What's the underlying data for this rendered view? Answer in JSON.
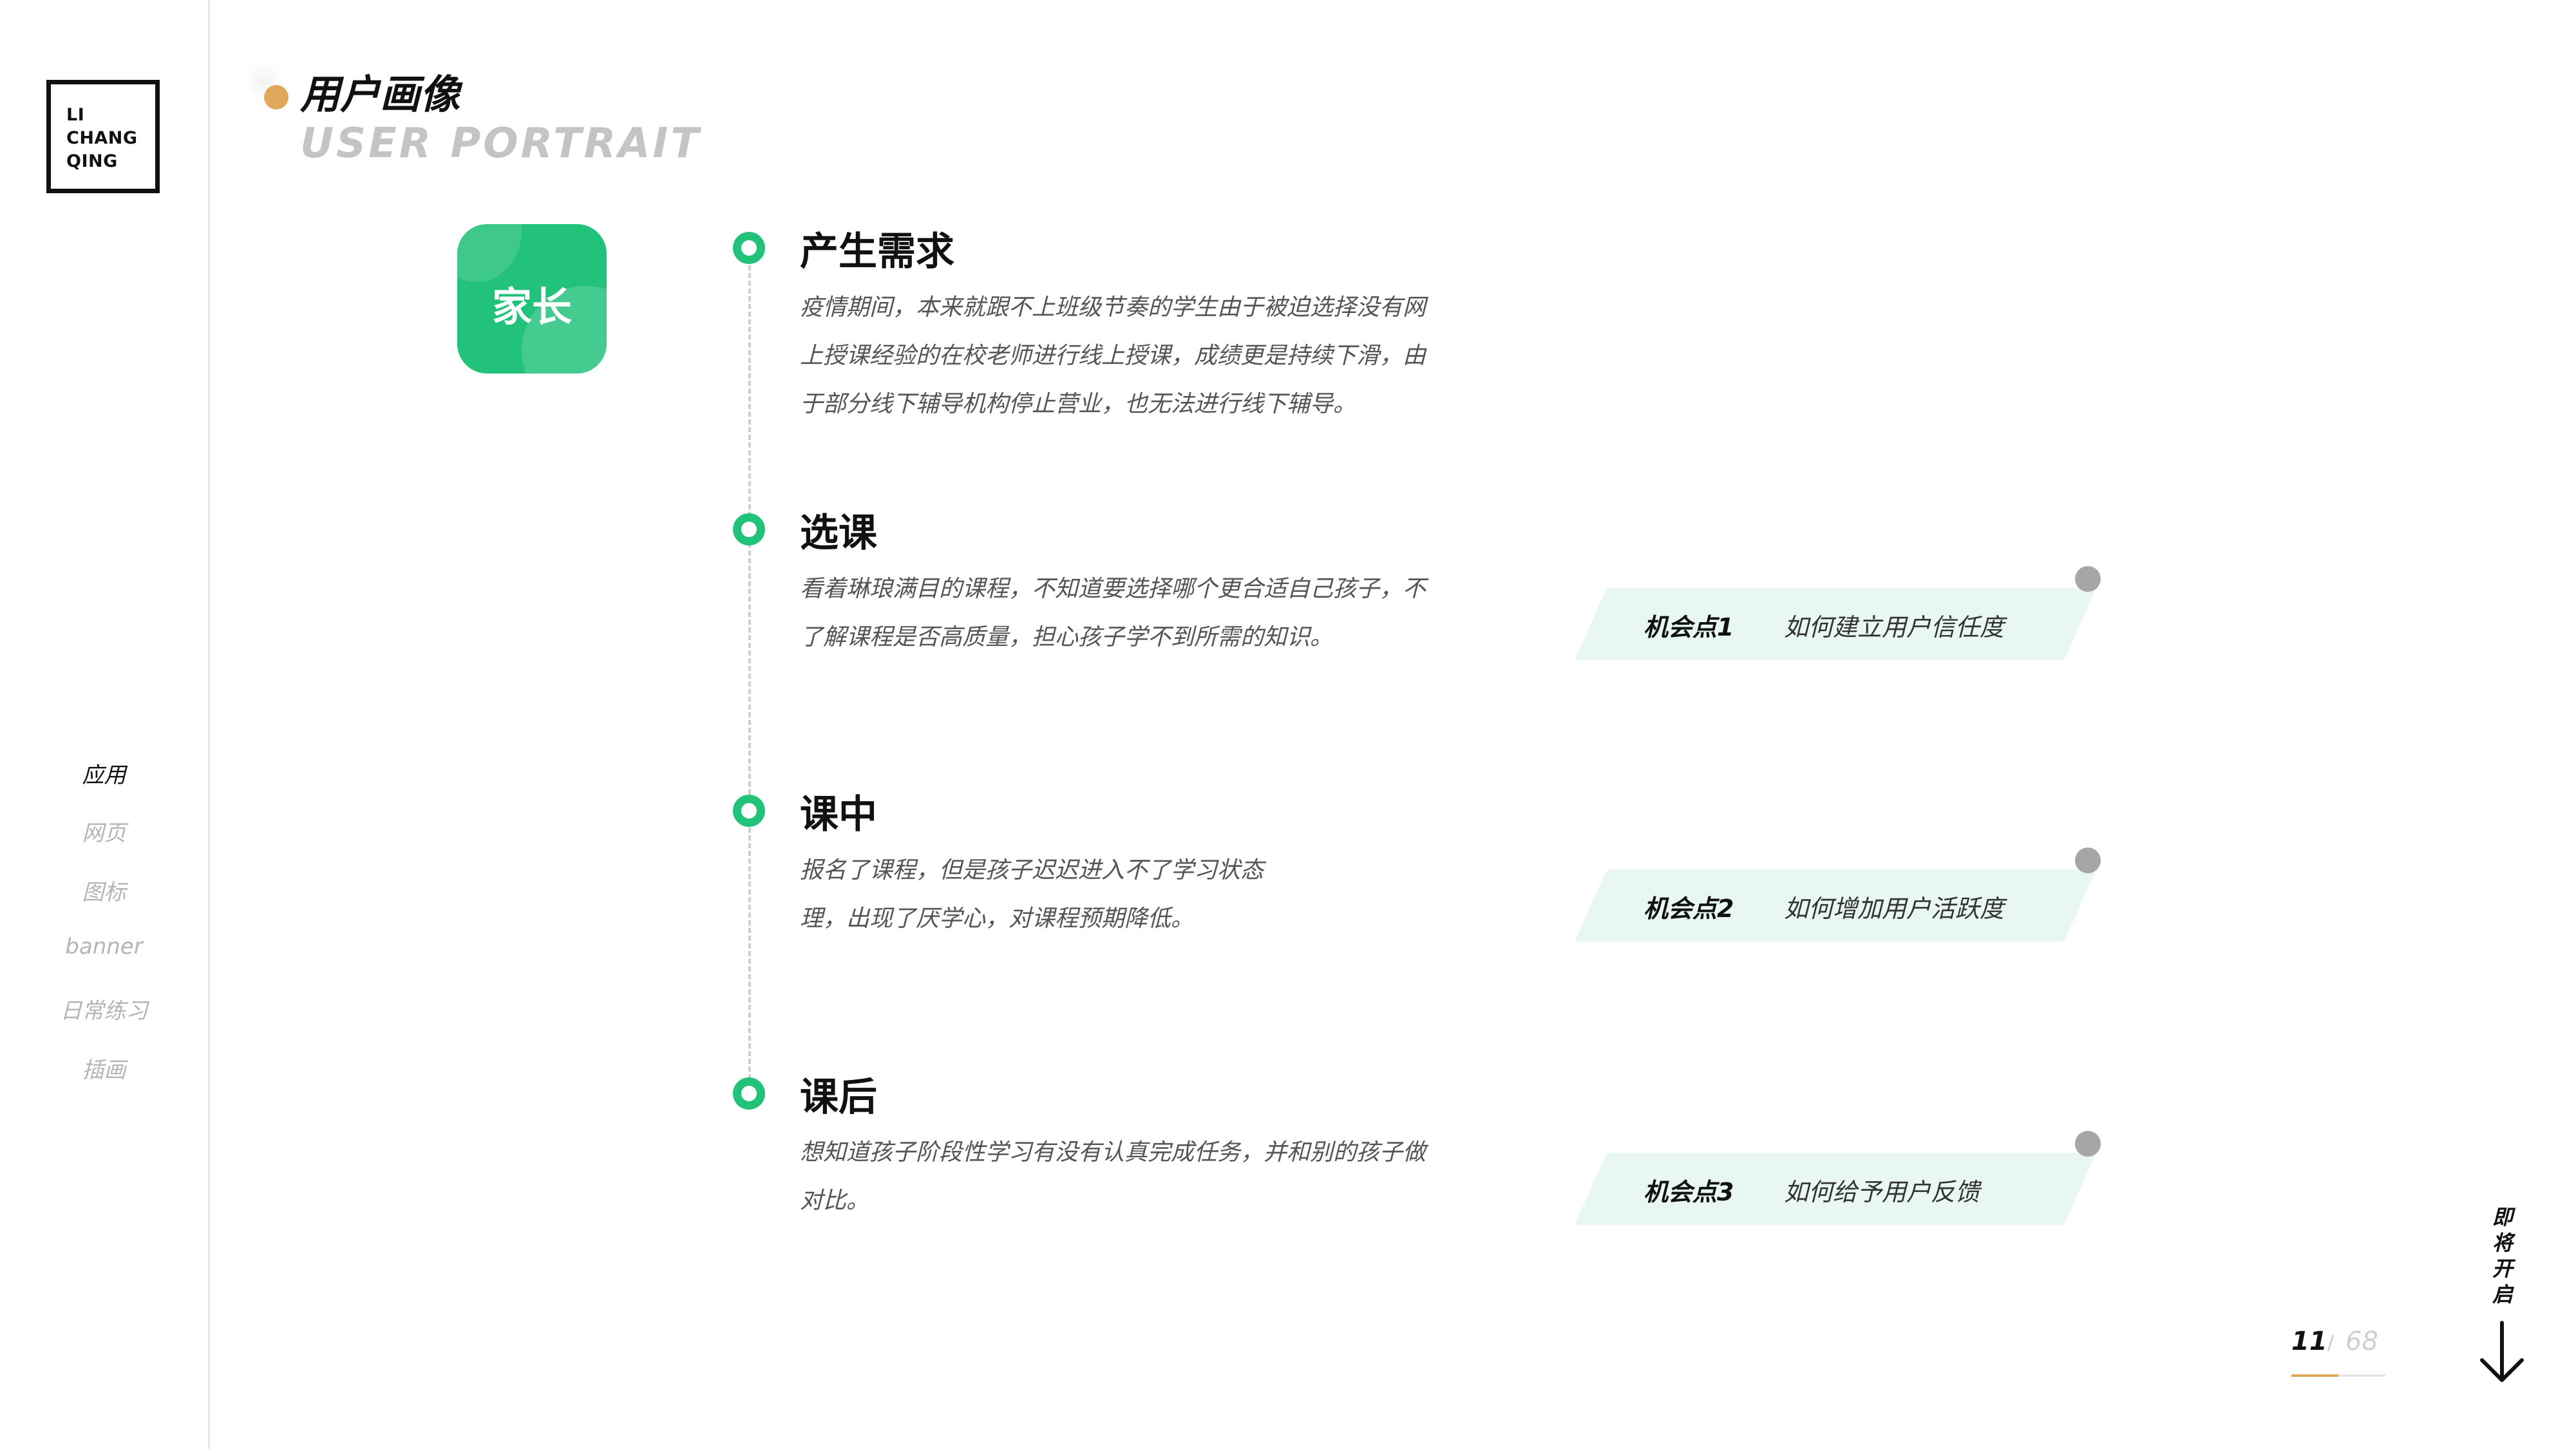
{
  "logo": {
    "lines": [
      "LI",
      "CHANG",
      "QING"
    ]
  },
  "nav": {
    "items": [
      "应用",
      "网页",
      "图标",
      "banner",
      "日常练习",
      "插画"
    ],
    "active_index": 0
  },
  "title": {
    "cn": "用户画像",
    "en": "USER PORTRAIT"
  },
  "persona": {
    "label": "家长"
  },
  "stages": [
    {
      "title": "产生需求",
      "lines": [
        "疫情期间，本来就跟不上班级节奏的学生由于被迫选择没有网",
        "上授课经验的在校老师进行线上授课，成绩更是持续下滑，由",
        "于部分线下辅导机构停止营业，也无法进行线下辅导。"
      ]
    },
    {
      "title": "选课",
      "lines": [
        "看着琳琅满目的课程，不知道要选择哪个更合适自己孩子，不",
        "了解课程是否高质量，担心孩子学不到所需的知识。"
      ]
    },
    {
      "title": "课中",
      "lines": [
        "报名了课程，但是孩子迟迟进入不了学习状态",
        "理，出现了厌学心，对课程预期降低。"
      ]
    },
    {
      "title": "课后",
      "lines": [
        "想知道孩子阶段性学习有没有认真完成任务，并和别的孩子做",
        "对比。"
      ]
    }
  ],
  "opportunities": [
    {
      "key": "机会点1",
      "value": "如何建立用户信任度"
    },
    {
      "key": "机会点2",
      "value": "如何增加用户活跃度"
    },
    {
      "key": "机会点3",
      "value": "如何给予用户反馈"
    }
  ],
  "pagination": {
    "current": "11",
    "separator": "/",
    "total": "68",
    "progress": 0.5
  },
  "coming_soon": {
    "chars": [
      "即",
      "将",
      "开",
      "启"
    ]
  },
  "colors": {
    "accent_green": "#22c27a",
    "accent_gold": "#e0a85a",
    "opportunity_bg": "#e8f8f0"
  }
}
